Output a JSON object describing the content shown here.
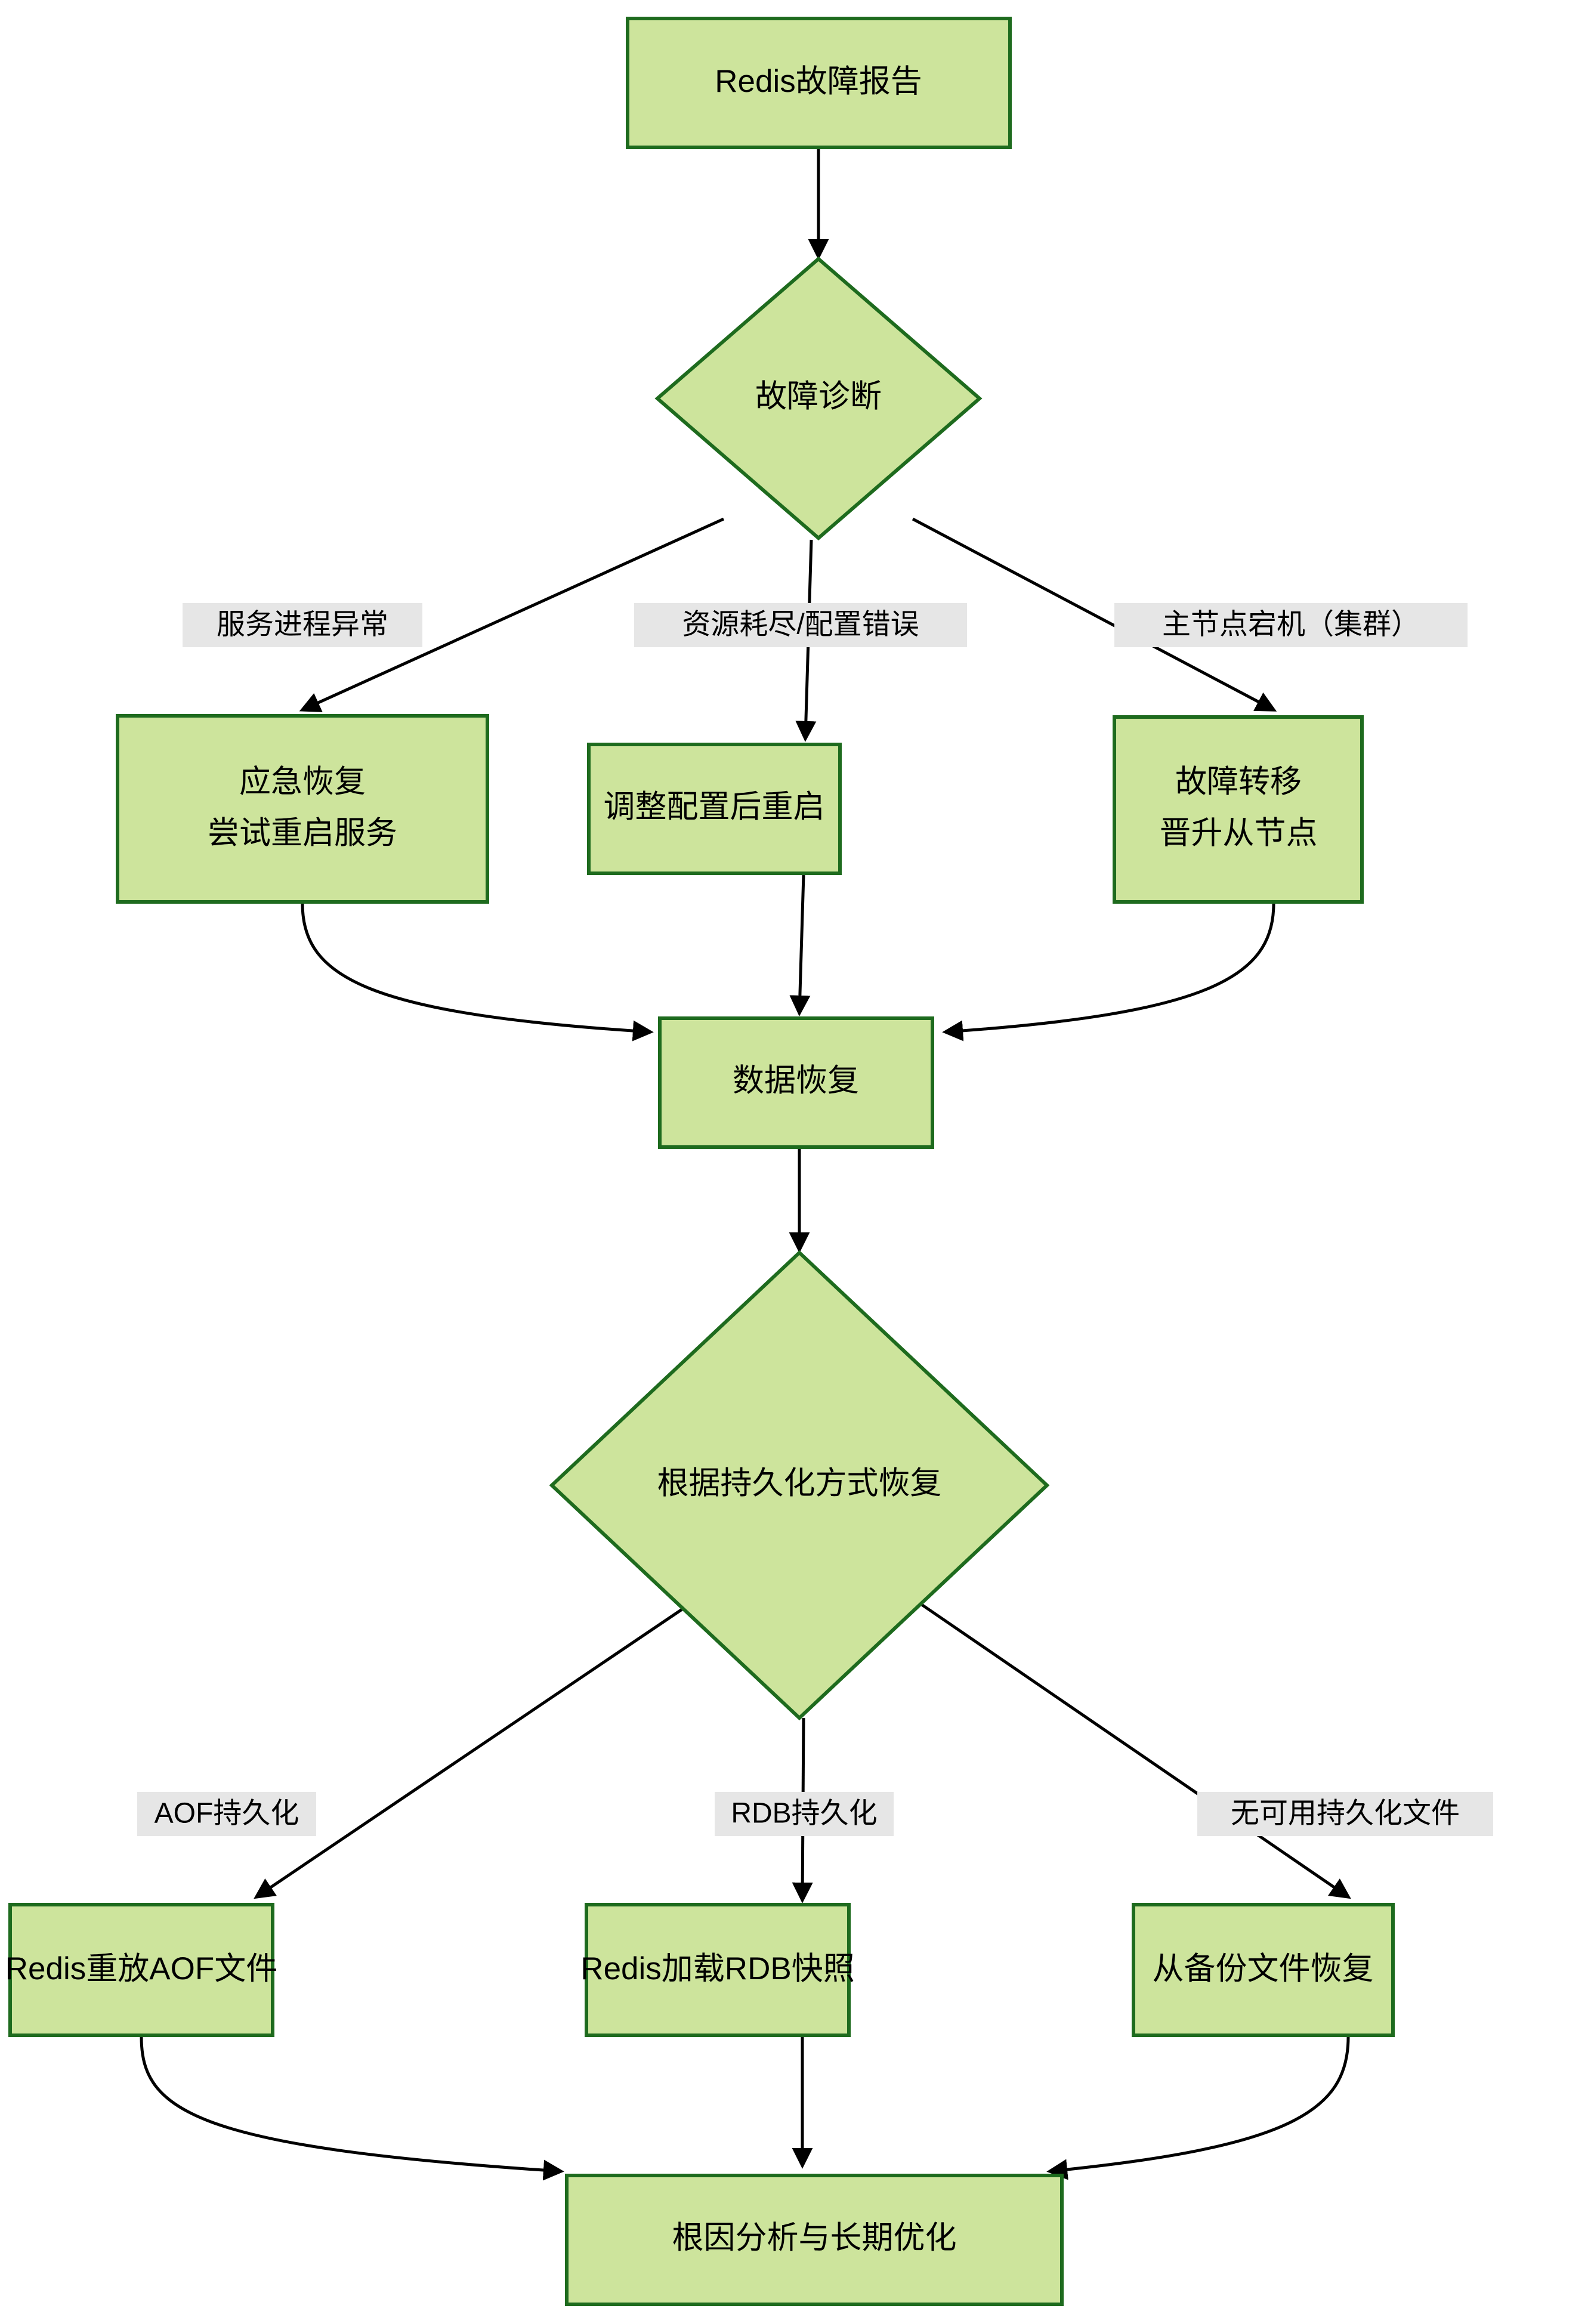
{
  "diagram": {
    "title": "Redis故障报告",
    "type": "flowchart",
    "direction": "top-to-bottom",
    "colors": {
      "node_fill": "#cde49c",
      "node_border": "#1e6b1e",
      "edge_stroke": "#000000",
      "edge_label_bg": "#e6e6e6",
      "background": "#ffffff",
      "text": "#000000"
    },
    "nodes": [
      {
        "id": "n1",
        "shape": "rect",
        "label": "Redis故障报告"
      },
      {
        "id": "n2",
        "shape": "diamond",
        "label": "故障诊断"
      },
      {
        "id": "n3",
        "shape": "rect",
        "label_line1": "应急恢复",
        "label_line2": "尝试重启服务"
      },
      {
        "id": "n4",
        "shape": "rect",
        "label": "调整配置后重启"
      },
      {
        "id": "n5",
        "shape": "rect",
        "label_line1": "故障转移",
        "label_line2": "晋升从节点"
      },
      {
        "id": "n6",
        "shape": "rect",
        "label": "数据恢复"
      },
      {
        "id": "n7",
        "shape": "diamond",
        "label": "根据持久化方式恢复"
      },
      {
        "id": "n8",
        "shape": "rect",
        "label": "Redis重放AOF文件"
      },
      {
        "id": "n9",
        "shape": "rect",
        "label": "Redis加载RDB快照"
      },
      {
        "id": "n10",
        "shape": "rect",
        "label": "从备份文件恢复"
      },
      {
        "id": "n11",
        "shape": "rect",
        "label": "根因分析与长期优化"
      }
    ],
    "edges": [
      {
        "from": "n1",
        "to": "n2",
        "label": ""
      },
      {
        "from": "n2",
        "to": "n3",
        "label": "服务进程异常"
      },
      {
        "from": "n2",
        "to": "n4",
        "label": "资源耗尽/配置错误"
      },
      {
        "from": "n2",
        "to": "n5",
        "label": "主节点宕机（集群）"
      },
      {
        "from": "n3",
        "to": "n6",
        "label": ""
      },
      {
        "from": "n4",
        "to": "n6",
        "label": ""
      },
      {
        "from": "n5",
        "to": "n6",
        "label": ""
      },
      {
        "from": "n6",
        "to": "n7",
        "label": ""
      },
      {
        "from": "n7",
        "to": "n8",
        "label": "AOF持久化"
      },
      {
        "from": "n7",
        "to": "n9",
        "label": "RDB持久化"
      },
      {
        "from": "n7",
        "to": "n10",
        "label": "无可用持久化文件"
      },
      {
        "from": "n8",
        "to": "n11",
        "label": ""
      },
      {
        "from": "n9",
        "to": "n11",
        "label": ""
      },
      {
        "from": "n10",
        "to": "n11",
        "label": ""
      }
    ]
  }
}
